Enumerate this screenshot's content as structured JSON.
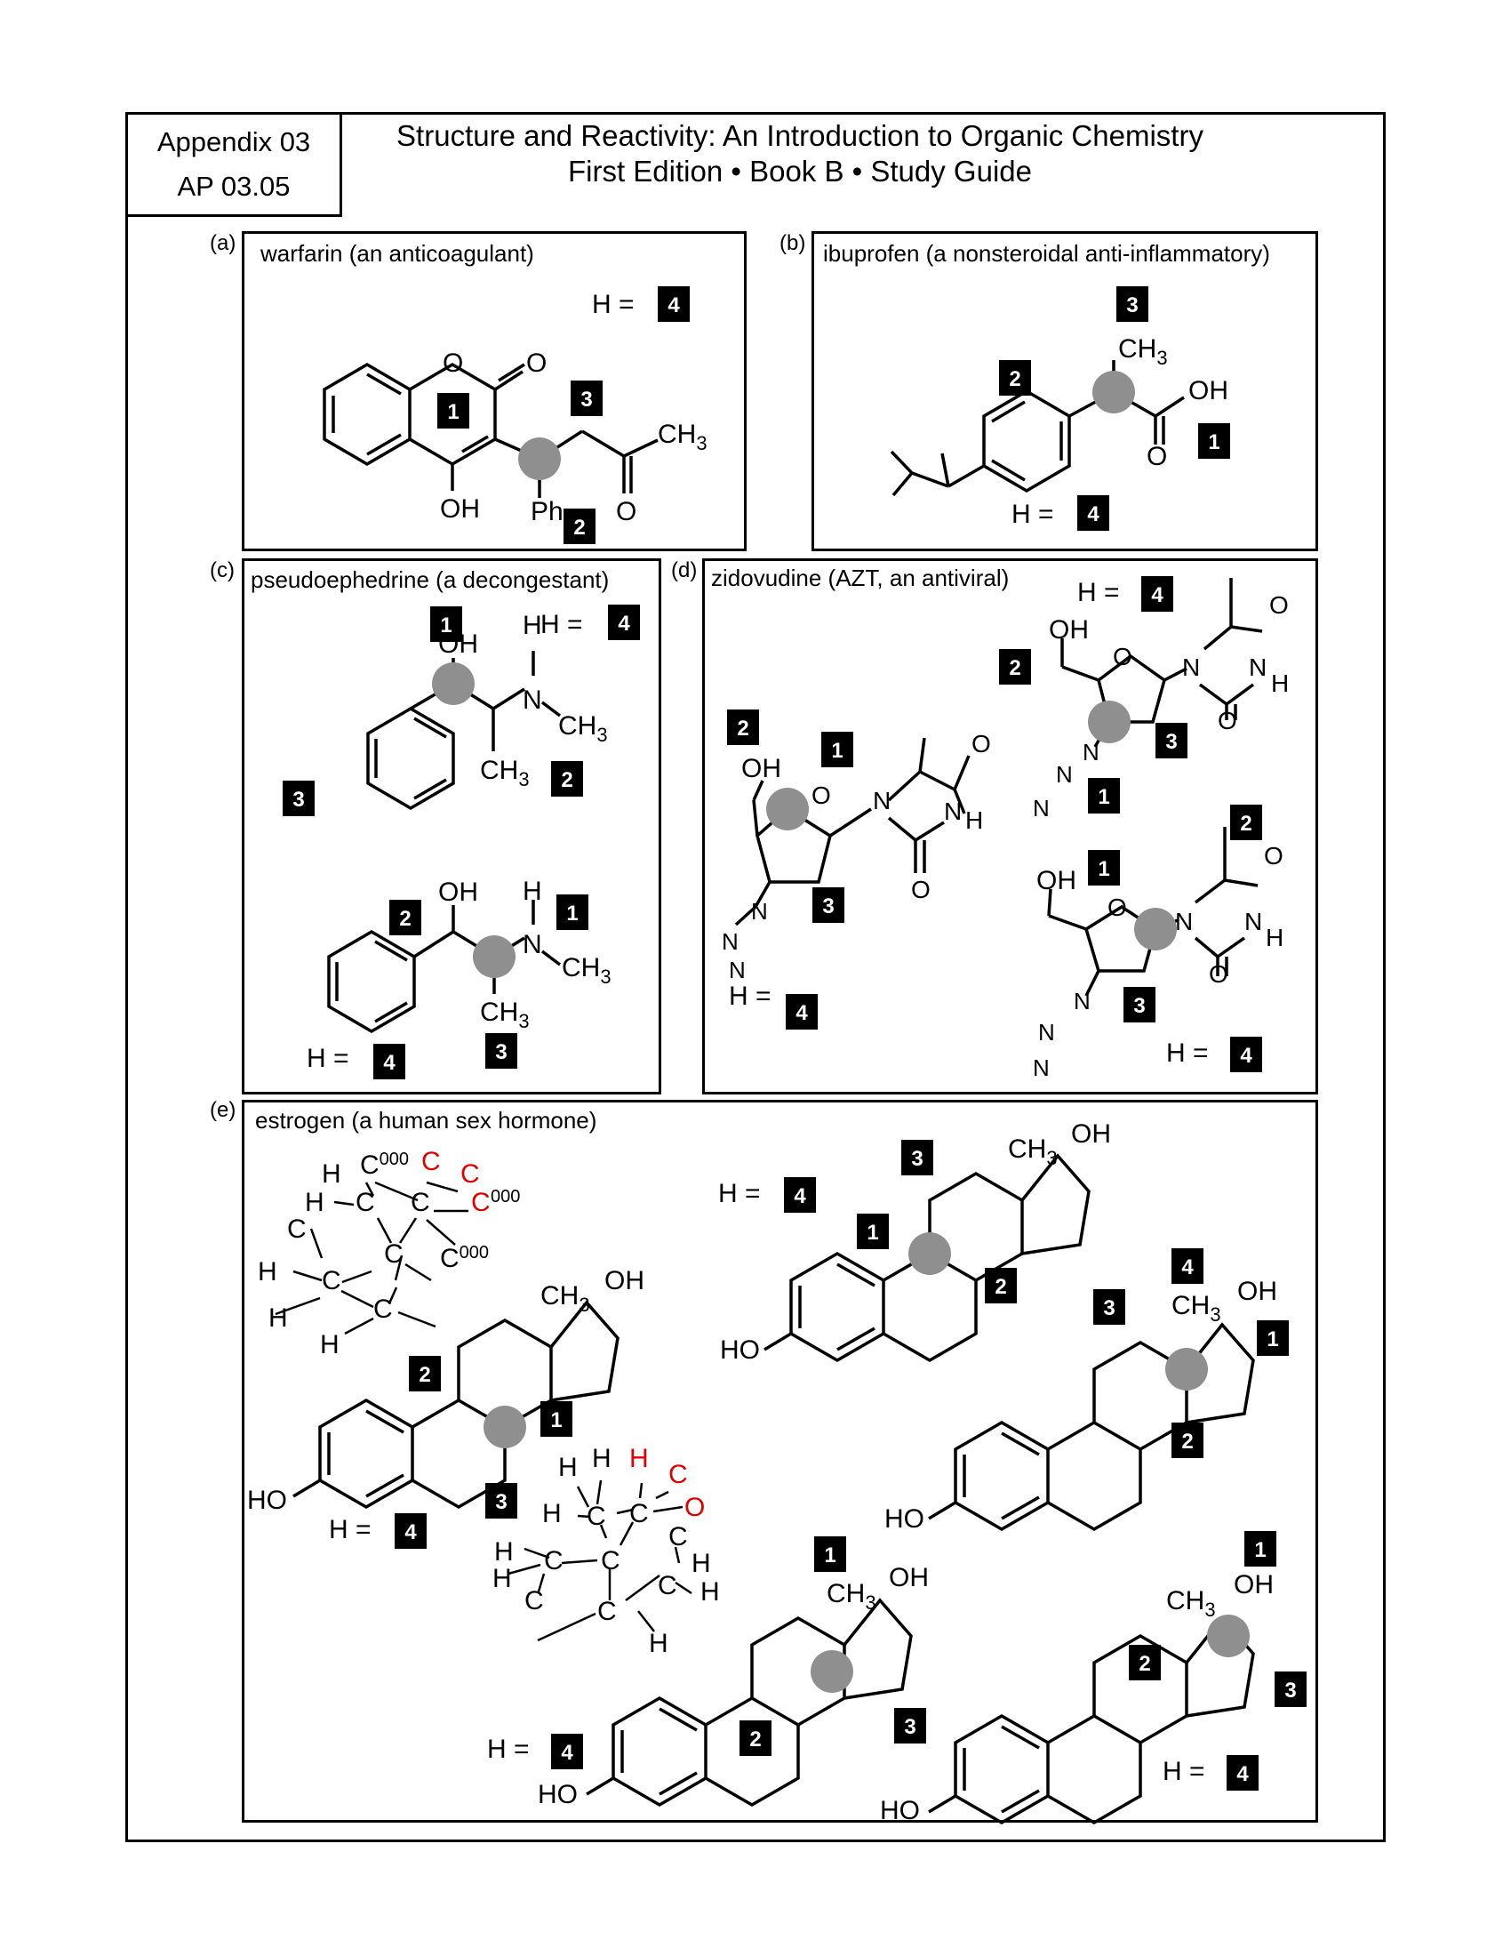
{
  "header": {
    "appendix": "Appendix 03",
    "code": "AP 03.05",
    "title_line1": "Structure and Reactivity: An Introduction to Organic Chemistry",
    "title_line2": "First Edition • Book B • Study Guide"
  },
  "panels": {
    "a": {
      "letter": "(a)",
      "title": "warfarin (an anticoagulant)"
    },
    "b": {
      "letter": "(b)",
      "title": "ibuprofen (a nonsteroidal anti-inflammatory)"
    },
    "c": {
      "letter": "(c)",
      "title": "pseudoephedrine (a decongestant)"
    },
    "d": {
      "letter": "(d)",
      "title": "zidovudine (AZT, an antiviral)"
    },
    "e": {
      "letter": "(e)",
      "title": "estrogen (a human sex hormone)"
    }
  },
  "labels": {
    "h_eq": "H =",
    "n1": "1",
    "n2": "2",
    "n3": "3",
    "n4": "4",
    "O": "O",
    "OH": "OH",
    "CH3": "CH",
    "sub3": "3",
    "Ph": "Ph",
    "N": "N",
    "H": "H",
    "C": "C",
    "C000": "C",
    "sup000": "000",
    "HO": "HO"
  },
  "colors": {
    "highlight": "#8f8f8f",
    "red": "#e00000"
  }
}
